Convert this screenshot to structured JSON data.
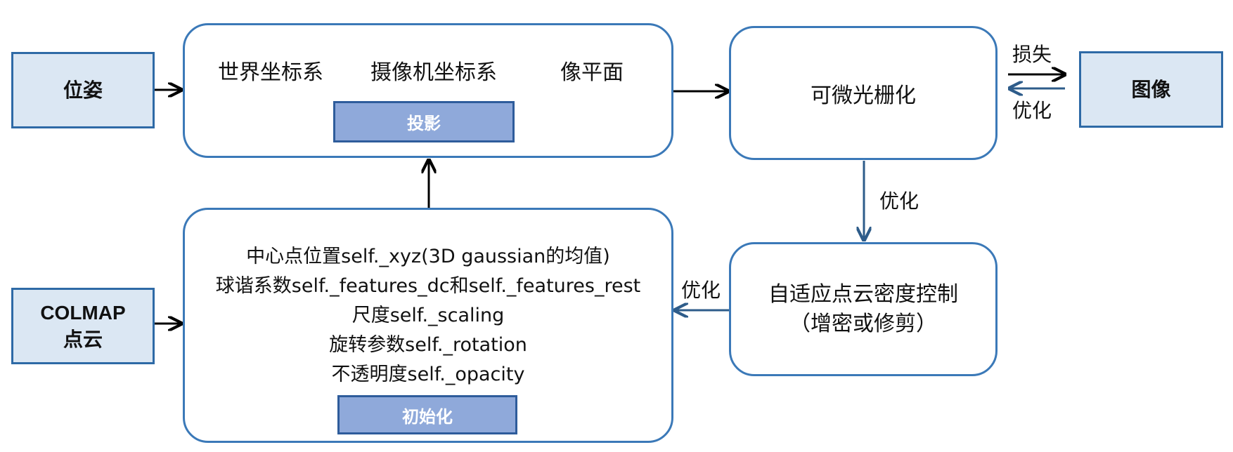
{
  "pose": {
    "label": "位姿"
  },
  "colmap": {
    "line1": "COLMAP",
    "line2": "点云"
  },
  "image": {
    "label": "图像"
  },
  "projection": {
    "flow": [
      "世界坐标系",
      "摄像机坐标系",
      "像平面"
    ],
    "tag": "投影"
  },
  "rasterization": {
    "label": "可微光栅化"
  },
  "density_control": {
    "line1": "自适应点云密度控制",
    "line2": "（增密或修剪）"
  },
  "initialization": {
    "params": [
      "中心点位置self._xyz(3D gaussian的均值)",
      "球谐系数self._features_dc和self._features_rest",
      "尺度self._scaling",
      "旋转参数self._rotation",
      "不透明度self._opacity"
    ],
    "tag": "初始化"
  },
  "edge_labels": {
    "loss": "损失",
    "optimize_back": "优化",
    "optimize_down": "优化",
    "optimize_left": "优化"
  },
  "colors": {
    "box_fill": "#dbe7f3",
    "border": "#3b79b8",
    "tag_fill": "#8fa9da",
    "arrow_blue": "#2e5c8a"
  }
}
